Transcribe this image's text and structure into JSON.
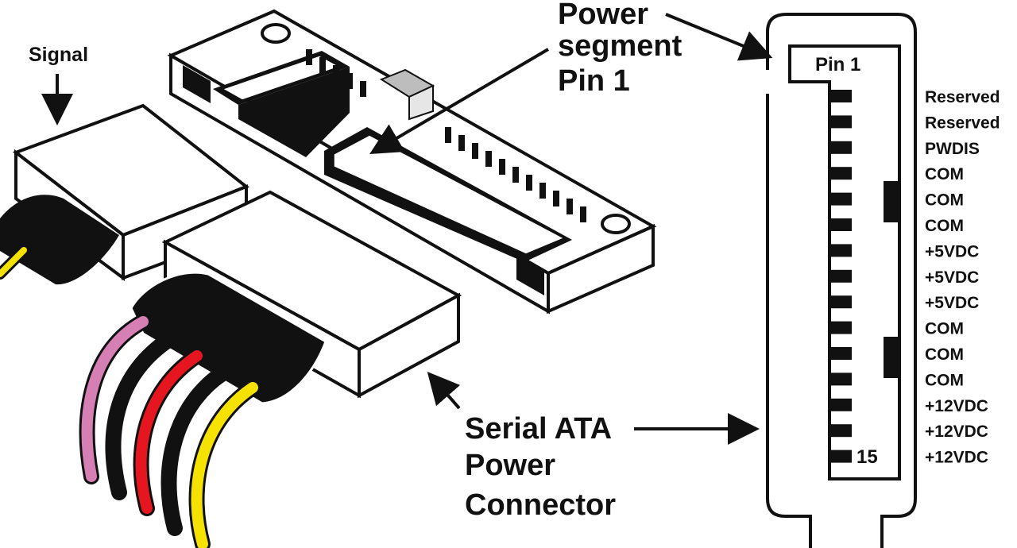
{
  "labels": {
    "signal": "Signal",
    "power_segment": [
      "Power",
      "segment",
      "Pin 1"
    ],
    "connector": [
      "Serial ATA",
      "Power",
      "Connector"
    ],
    "pin_first": "Pin 1",
    "pin_last": "15"
  },
  "pins": [
    "Reserved",
    "Reserved",
    "PWDIS",
    "COM",
    "COM",
    "COM",
    "+5VDC",
    "+5VDC",
    "+5VDC",
    "COM",
    "COM",
    "COM",
    "+12VDC",
    "+12VDC",
    "+12VDC"
  ],
  "wire_colors": {
    "pink": "#d57fb5",
    "black": "#111111",
    "red": "#e5161f",
    "yellow": "#f5e200"
  }
}
